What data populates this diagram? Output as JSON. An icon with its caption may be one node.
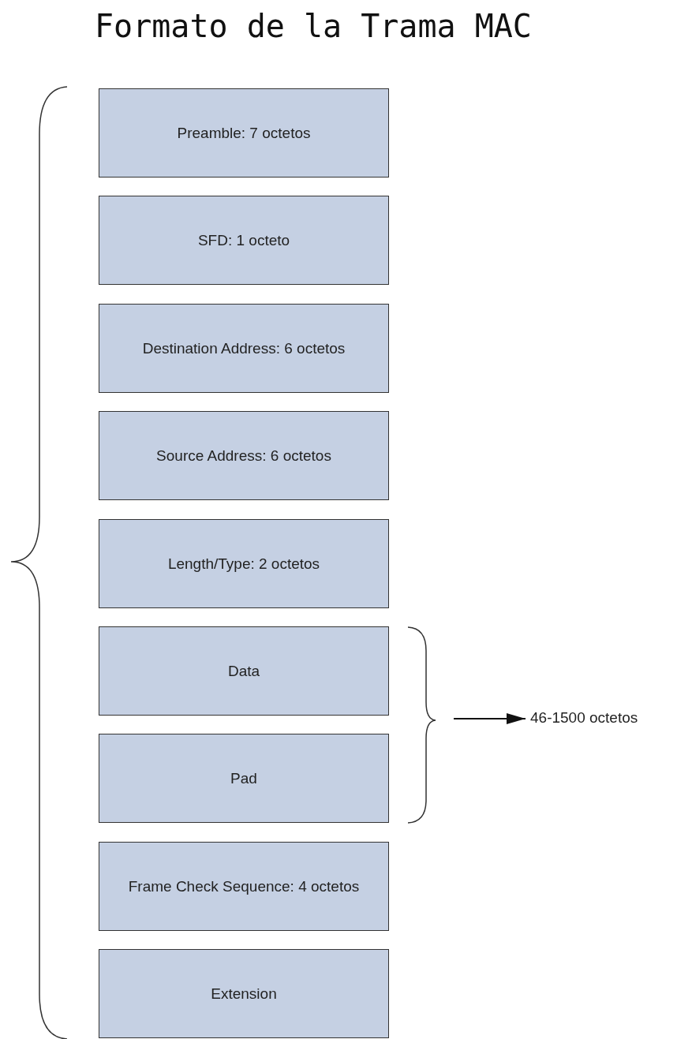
{
  "diagram": {
    "title": "Formato de la Trama MAC",
    "nodes": [
      {
        "text": [
          "Preamble: 7 octetos"
        ]
      },
      {
        "text": [
          "SFD: 1 octeto"
        ]
      },
      {
        "text": [
          "Destination Address: 6 octetos"
        ]
      },
      {
        "text": [
          "Source Address: 6 octetos"
        ]
      },
      {
        "text": [
          "Length/Type: 2 octetos"
        ]
      },
      {
        "text": [
          "Data"
        ]
      },
      {
        "text": [
          "Pad"
        ]
      },
      {
        "text": [
          "Frame Check Sequence: 4 octetos"
        ]
      },
      {
        "text": [
          "Extension"
        ]
      },
      {
        "text": [
          "46-1500 octetos"
        ]
      }
    ],
    "edges": [
      {
        "from": null,
        "to": 9,
        "arrow": "to"
      }
    ]
  }
}
